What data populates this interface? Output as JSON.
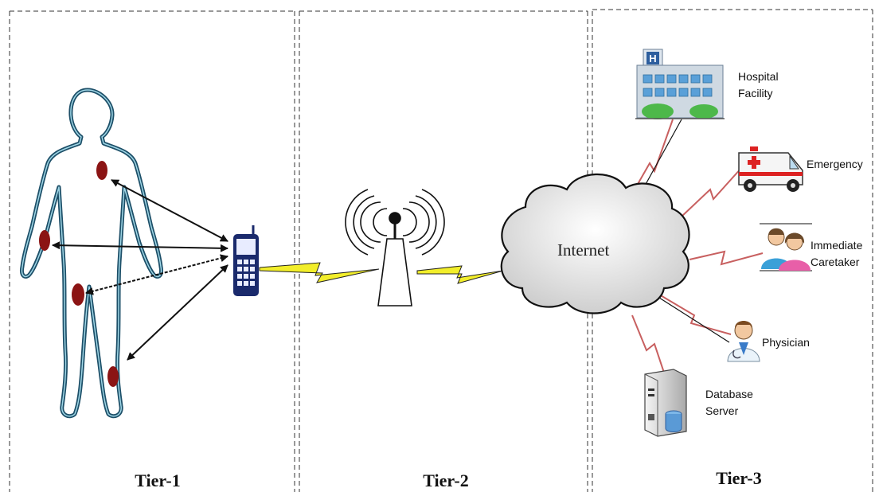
{
  "tiers": [
    {
      "label": "Tier-1"
    },
    {
      "label": "Tier-2"
    },
    {
      "label": "Tier-3"
    }
  ],
  "cloud": {
    "label": "Internet"
  },
  "nodes": {
    "hospital": {
      "line1": "Hospital",
      "line2": "Facility"
    },
    "emergency": {
      "line1": "Emergency"
    },
    "caretaker": {
      "line1": "Immediate",
      "line2": "Caretaker"
    },
    "physician": {
      "line1": "Physician"
    },
    "database": {
      "line1": "Database",
      "line2": "Server"
    }
  }
}
